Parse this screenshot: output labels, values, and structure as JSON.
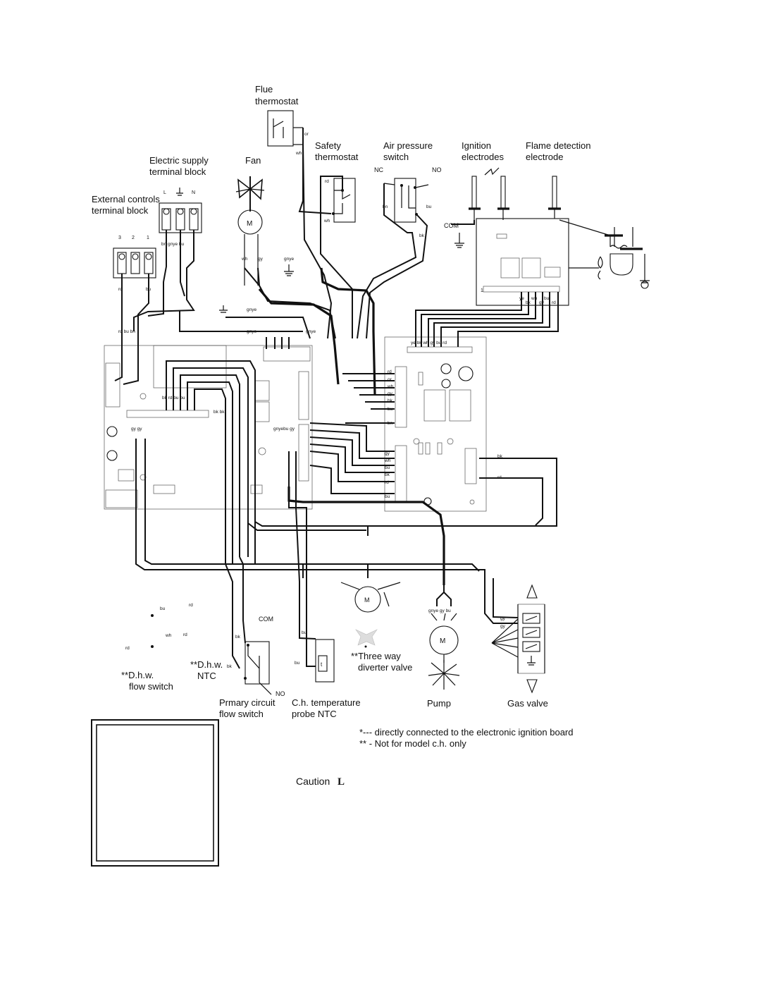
{
  "components": {
    "flue_thermostat": {
      "line1": "Flue",
      "line2": "thermostat"
    },
    "fan": "Fan",
    "safety_thermostat": {
      "line1": "Safety",
      "line2": "thermostat"
    },
    "air_pressure_switch": {
      "line1": "Air pressure",
      "line2": "switch",
      "nc": "NC",
      "no": "NO"
    },
    "ignition_electrodes": {
      "line1": "Ignition",
      "line2": "electrodes"
    },
    "flame_detection": {
      "line1": "Flame detection",
      "line2": "electrode"
    },
    "electric_supply": {
      "line1": "Electric supply",
      "line2": "terminal block",
      "t1": "L",
      "t2": "N"
    },
    "external_controls": {
      "line1": "External controls",
      "line2": "terminal block",
      "t1": "3",
      "t2": "2",
      "t3": "1"
    },
    "dhw_ntc": {
      "line1": "**D.h.w.",
      "line2": "NTC"
    },
    "dhw_flow_switch": {
      "line1": "**D.h.w.",
      "line2": "flow switch"
    },
    "primary_flow_switch": {
      "line1": "Prmary circuit",
      "line2": "flow switch",
      "com": "COM",
      "no": "NO"
    },
    "ch_probe": {
      "line1": "C.h. temperature",
      "line2": "probe NTC",
      "t": "t"
    },
    "three_way": {
      "line1": "**Three way",
      "line2": "diverter valve",
      "m": "M"
    },
    "pump": {
      "label": "Pump",
      "m": "M"
    },
    "gas_valve": "Gas valve",
    "fan_motor": "M",
    "com_ignition": "COM"
  },
  "wire_codes": {
    "or": "or",
    "wh": "wh",
    "rd": "rd",
    "bn": "bn",
    "bu": "bu",
    "bk": "bk",
    "gy": "gy",
    "gnye": "gnye",
    "ye": "ye",
    "one": "1",
    "bk_rd_bu_bu": "bk rd bu bu",
    "bk_bk": "bk bk",
    "gy_gy": "gy gy",
    "gnyebu_gy": "gnyebu gy",
    "rd_bu_bn": "rd   bu bn",
    "ye_bk_wh_gy_bu_rd": "ye bk wh gy bu    rd",
    "gnye_gy_bu": "gnye gy  bu",
    "bn_gnye_bu": "bn   gnye   bu"
  },
  "notes": {
    "directly_connected": "*--- directly connected to the electronic ignition board",
    "not_for_ch": "** - Not for model c.h. only",
    "caution": "Caution",
    "caution_symbol": "L"
  }
}
